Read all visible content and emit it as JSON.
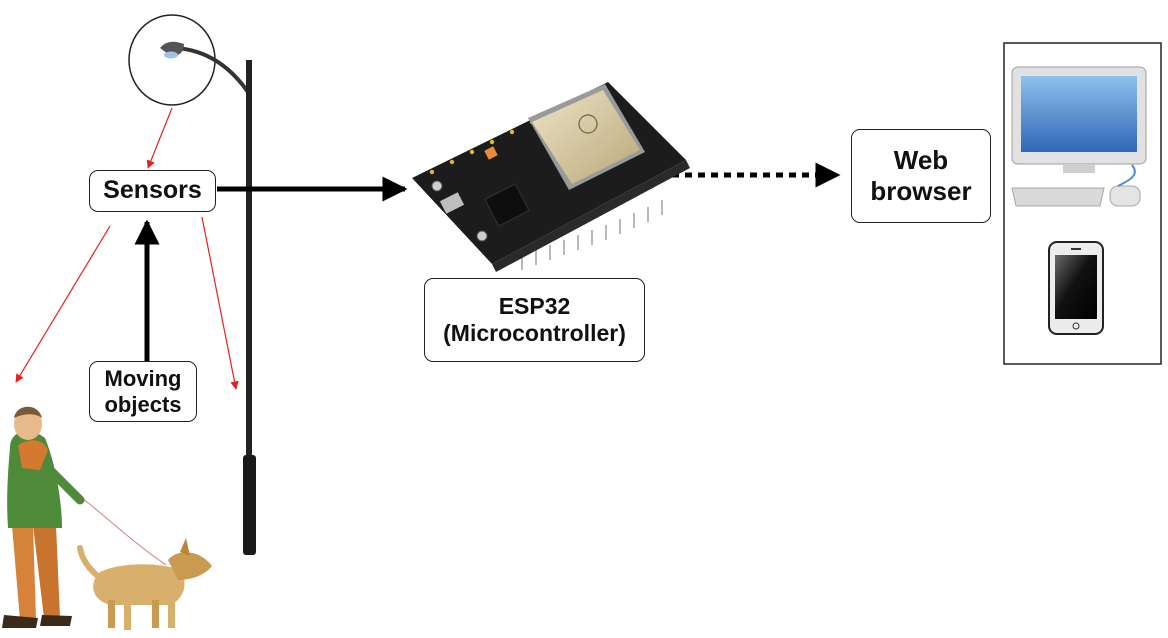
{
  "diagram": {
    "nodes": {
      "sensors": {
        "label": "Sensors"
      },
      "moving_objects": {
        "line1": "Moving",
        "line2": "objects"
      },
      "esp32": {
        "line1": "ESP32",
        "line2": "(Microcontroller)"
      },
      "web_browser": {
        "line1": "Web",
        "line2": "browser"
      }
    },
    "edges": [
      {
        "from": "moving_objects",
        "to": "sensors",
        "style": "solid"
      },
      {
        "from": "sensors",
        "to": "esp32",
        "style": "solid"
      },
      {
        "from": "esp32",
        "to": "web_browser",
        "style": "dotted"
      }
    ],
    "colors": {
      "arrow": "#000000",
      "detection_ray": "#e8201c",
      "pcb": "#1c1c1c",
      "chip_shield": "#c9a24a",
      "pin": "#e0b830",
      "monitor_screen": "#3f7fc8",
      "device_frame": "#d4d4d4",
      "coat": "#4e8a3a",
      "trousers": "#d7823a",
      "dog": "#d8b06c"
    },
    "icons": [
      "street-lamp-icon",
      "pedestrian-icon",
      "dog-icon",
      "esp32-board-icon",
      "desktop-computer-icon",
      "smartphone-icon"
    ]
  }
}
